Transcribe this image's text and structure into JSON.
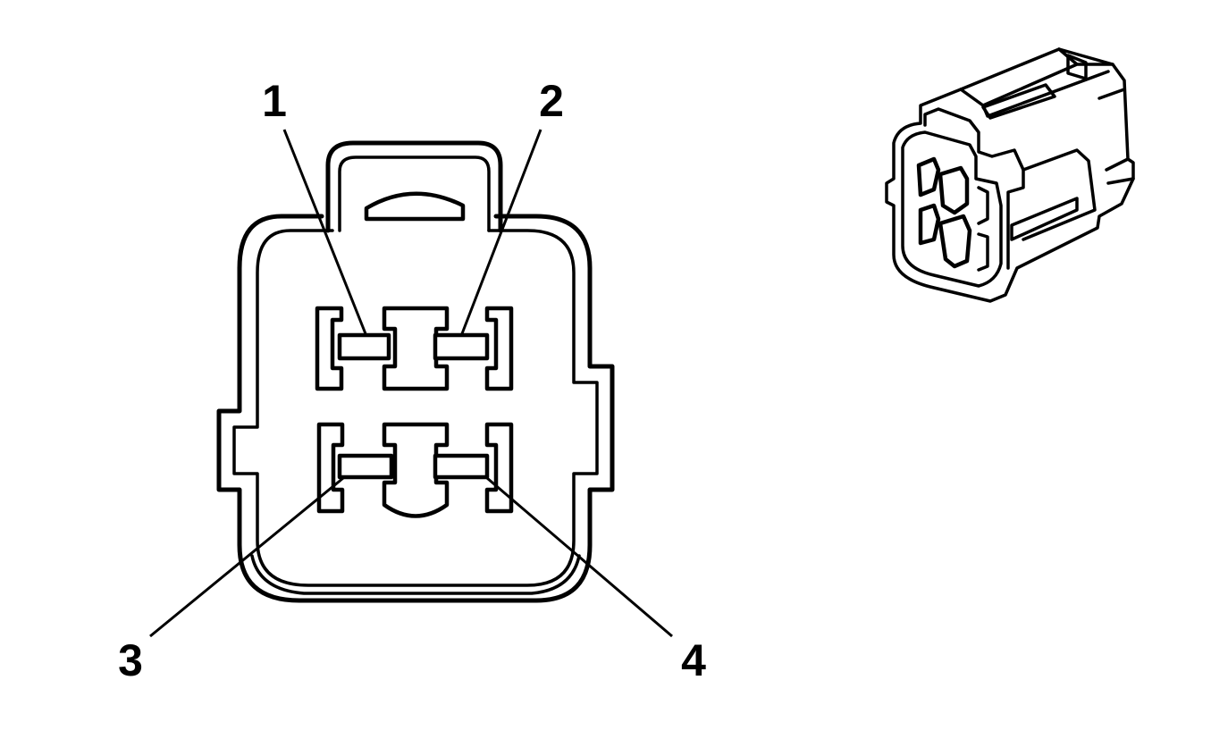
{
  "diagram": {
    "colors": {
      "line": "#000000",
      "background": "#ffffff"
    },
    "pins": [
      {
        "label": "1"
      },
      {
        "label": "2"
      },
      {
        "label": "3"
      },
      {
        "label": "4"
      }
    ]
  }
}
